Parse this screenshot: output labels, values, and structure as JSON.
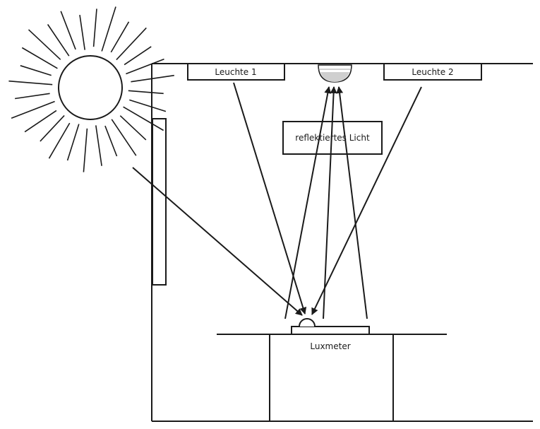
{
  "labels": {
    "lamp1": "Leuchte 1",
    "lamp2": "Leuchte 2",
    "reflected": "reflektiertes Licht",
    "luxmeter": "Luxmeter"
  },
  "colors": {
    "line": "#1a1a1a",
    "sensor_fill": "#cfcfcf",
    "background": "#ffffff"
  },
  "icons": {
    "sun": "sun-icon",
    "sensor": "ceiling-sensor-icon"
  }
}
